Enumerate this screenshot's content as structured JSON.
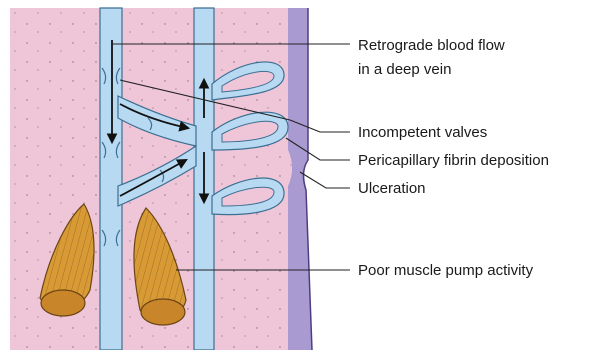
{
  "labels": {
    "retrograde_line1": "Retrograde blood flow",
    "retrograde_line2": "in a deep vein",
    "incompetent_valves": "Incompetent valves",
    "fibrin": "Pericapillary fibrin deposition",
    "ulceration": "Ulceration",
    "muscle_pump": "Poor muscle pump activity"
  },
  "colors": {
    "skin": "#efc6d8",
    "vein": "#b8d9f2",
    "vein_outline": "#3c6f93",
    "dermis": "#a99bd2",
    "muscle": "#d79a35",
    "muscle_dark": "#6b4514",
    "arrow": "#111111",
    "leader": "#222222"
  }
}
